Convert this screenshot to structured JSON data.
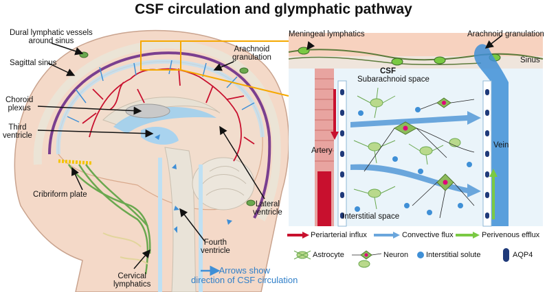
{
  "title": "CSF circulation and glymphatic pathway",
  "left_labels": {
    "dural": [
      "Dural lymphatic vessels",
      "around sinus"
    ],
    "sagittal": "Sagittal sinus",
    "arachnoid": [
      "Arachnoid",
      "granulation"
    ],
    "choroid": [
      "Choroid",
      "plexus"
    ],
    "third": [
      "Third",
      "ventricle"
    ],
    "cribriform": "Cribriform plate",
    "lateral": [
      "Lateral",
      "ventricle"
    ],
    "fourth": [
      "Fourth",
      "ventricle"
    ],
    "cervical": [
      "Cervical",
      "lymphatics"
    ],
    "arrows_note": [
      "Arrows show",
      "direction of CSF circulation"
    ]
  },
  "right_labels": {
    "meningeal": "Meningeal lymphatics",
    "arachnoid": "Arachnoid granulation",
    "sinus": "Sinus",
    "csf": "CSF",
    "subarachnoid": "Subarachnoid space",
    "artery": "Artery",
    "vein": "Vein",
    "interstitial": "Interstitial space"
  },
  "legend": {
    "periarterial": "Periarterial influx",
    "convective": "Convective flux",
    "perivenous": "Perivenous efflux",
    "astrocyte": "Astrocyte",
    "neuron": "Neuron",
    "solute": "Interstitial solute",
    "aqp4": "AQP4"
  },
  "colors": {
    "artery_red": "#c8102e",
    "csf_blue": "#3f8fd6",
    "efflux_green": "#7ac943",
    "lymph_green": "#6aa84f",
    "accent_orange": "#f5a800"
  }
}
